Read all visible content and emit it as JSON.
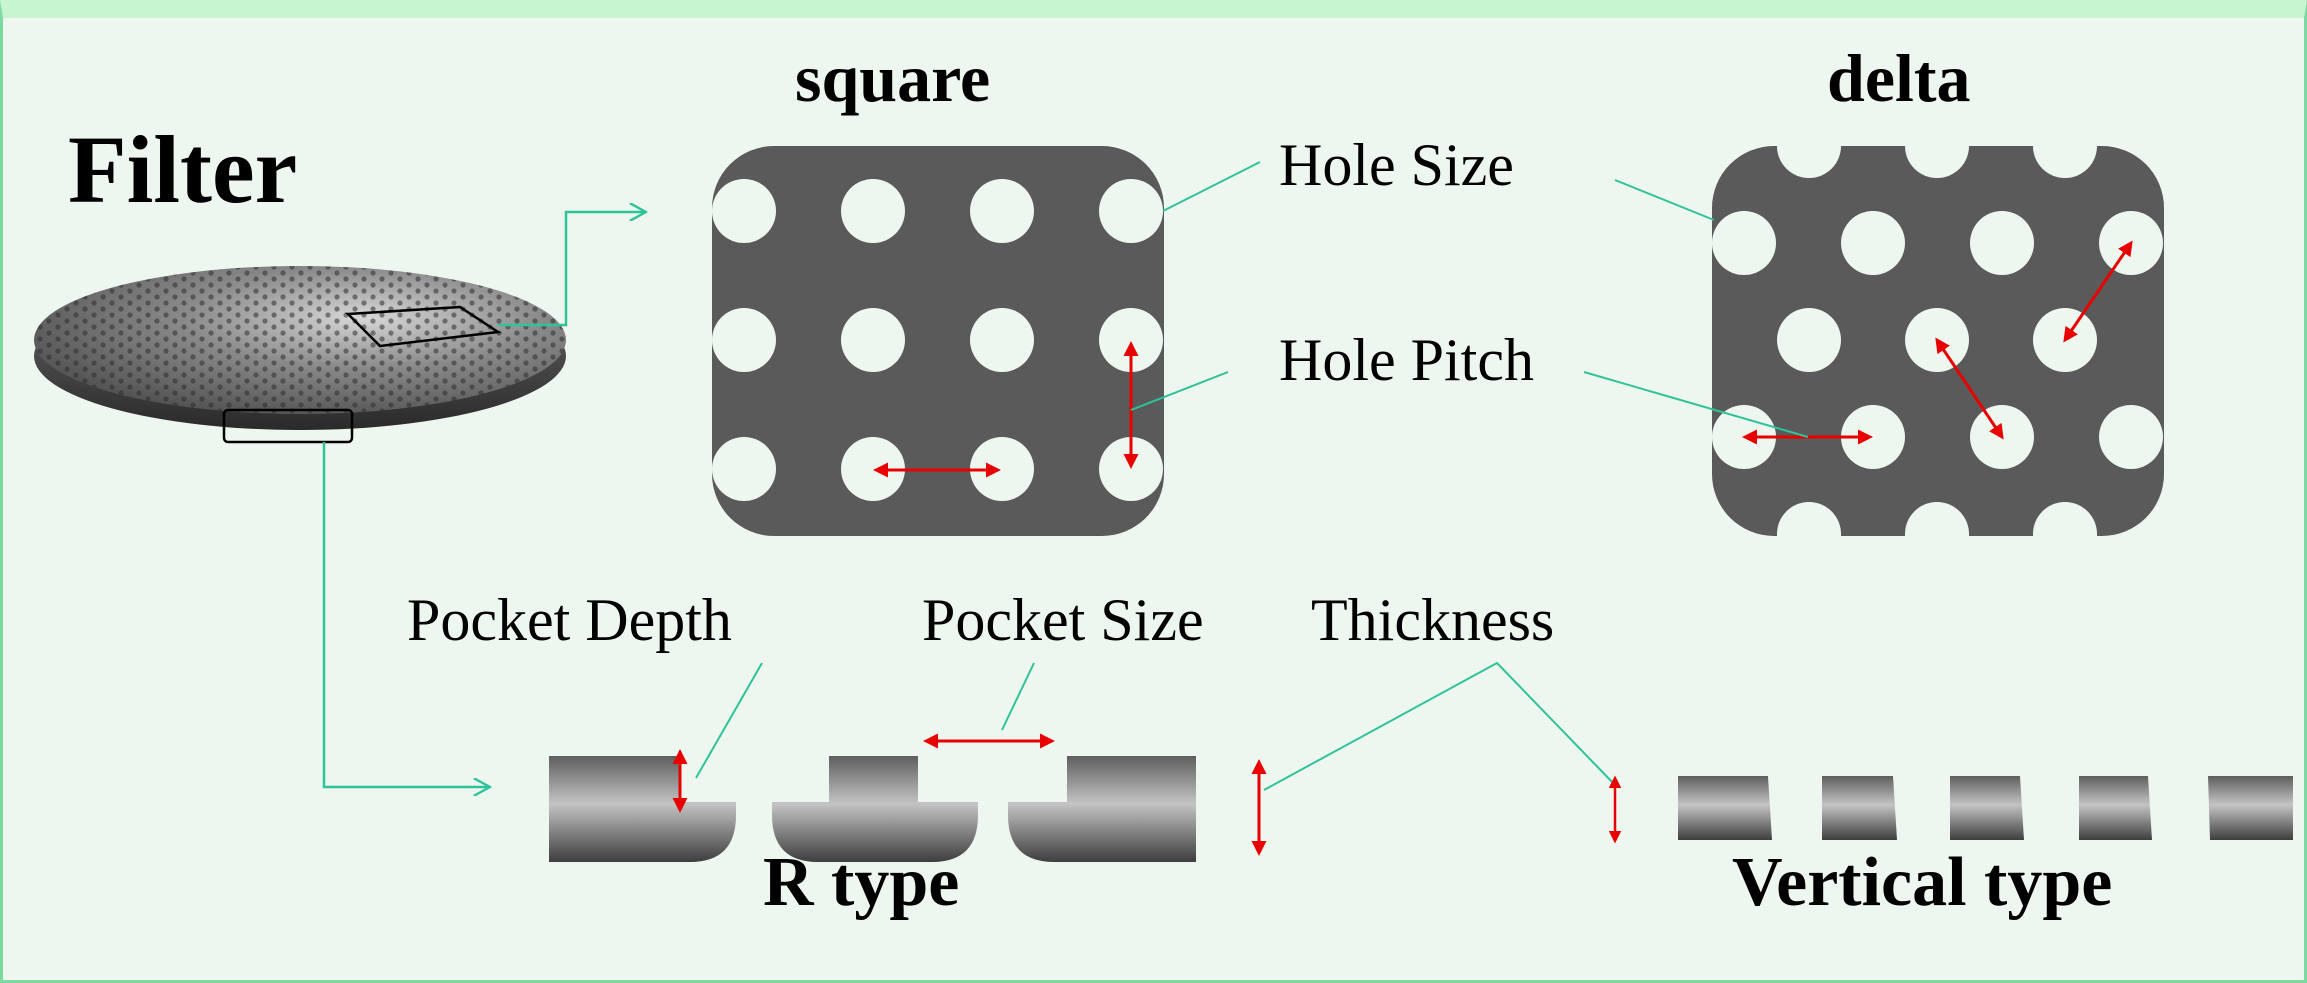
{
  "title": "Filter",
  "patterns": {
    "square": "square",
    "delta": "delta"
  },
  "callouts": {
    "hole_size": "Hole Size",
    "hole_pitch": "Hole Pitch",
    "pocket_depth": "Pocket Depth",
    "pocket_size": "Pocket Size",
    "thickness": "Thickness"
  },
  "types": {
    "r_type": "R type",
    "vertical_type": "Vertical type"
  },
  "colors": {
    "background": "#eef7ef",
    "plate": "#5a5a5a",
    "hole": "#eef7ef",
    "leader": "#2fc39a",
    "arrow": "#e80000"
  }
}
